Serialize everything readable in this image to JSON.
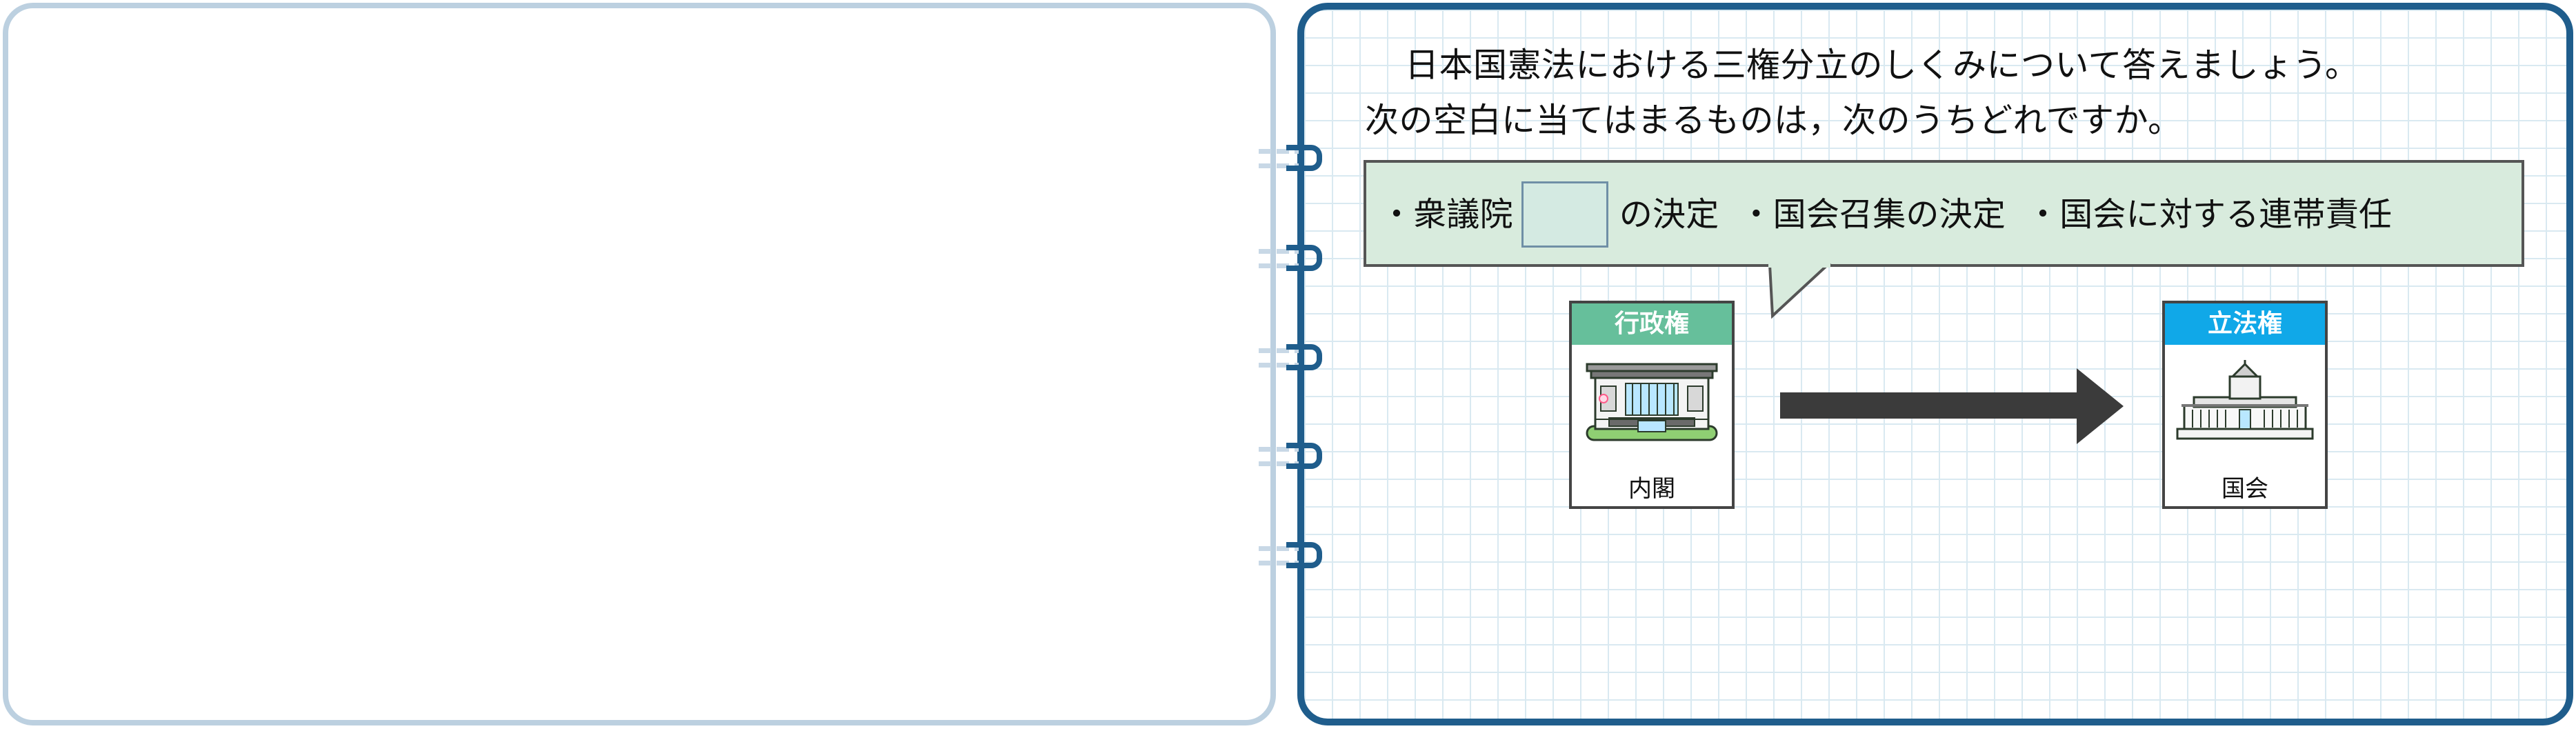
{
  "question": {
    "line1": "日本国憲法における三権分立のしくみについて答えましょう。",
    "line2": "次の空白に当てはまるものは，次のうちどれですか。"
  },
  "callout": {
    "item1_prefix": "・衆議院",
    "item1_suffix": "の決定",
    "item2": "・国会召集の決定",
    "item3": "・国会に対する連帯責任"
  },
  "cards": {
    "executive": {
      "header": "行政権",
      "label": "内閣",
      "icon": "cabinet-building-icon",
      "header_color": "#66bf9b"
    },
    "legislative": {
      "header": "立法権",
      "label": "国会",
      "icon": "diet-building-icon",
      "header_color": "#10a8e8"
    }
  },
  "colors": {
    "accent": "#1f5d8c",
    "left_page_border": "#bcd0e0",
    "callout_fill": "#d8ebdd",
    "arrow": "#3b3b3b"
  }
}
